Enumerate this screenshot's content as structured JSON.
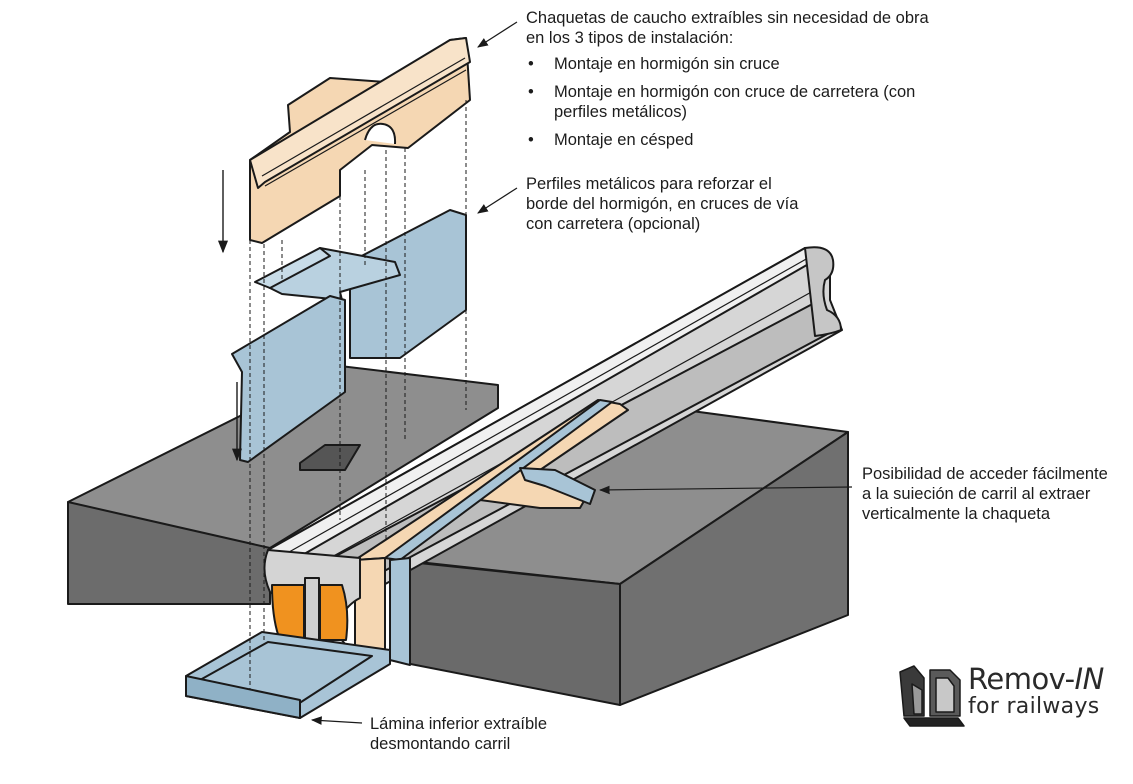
{
  "annotations": {
    "jackets": {
      "text": "Chaquetas de caucho extraíbles sin necesidad de obra en los 3 tipos de instalación:",
      "items": [
        "Montaje en hormigón sin cruce",
        "Montaje en hormigón con cruce de carretera (con perfiles metálicos)",
        "Montaje en césped"
      ]
    },
    "profiles": "Perfiles metálicos para reforzar el borde del hormigón, en cruces de vía con carretera (opcional)",
    "access": "Posibilidad de acceder fácilmente a la suieción de carril al extraer verticalmente la chaqueta",
    "bottom_sheet": "Lámina inferior extraíble desmontando carril"
  },
  "logo": {
    "name": "Remov-",
    "name_suffix": "IN",
    "tagline": "for railways"
  },
  "colors": {
    "rubber_jacket": "#f5d7b3",
    "metal_profile": "#a8c4d6",
    "concrete_top": "#8d8d8d",
    "concrete_side": "#6e6e6e",
    "rail": "#cfcfcf",
    "fastening": "#f0921f"
  }
}
